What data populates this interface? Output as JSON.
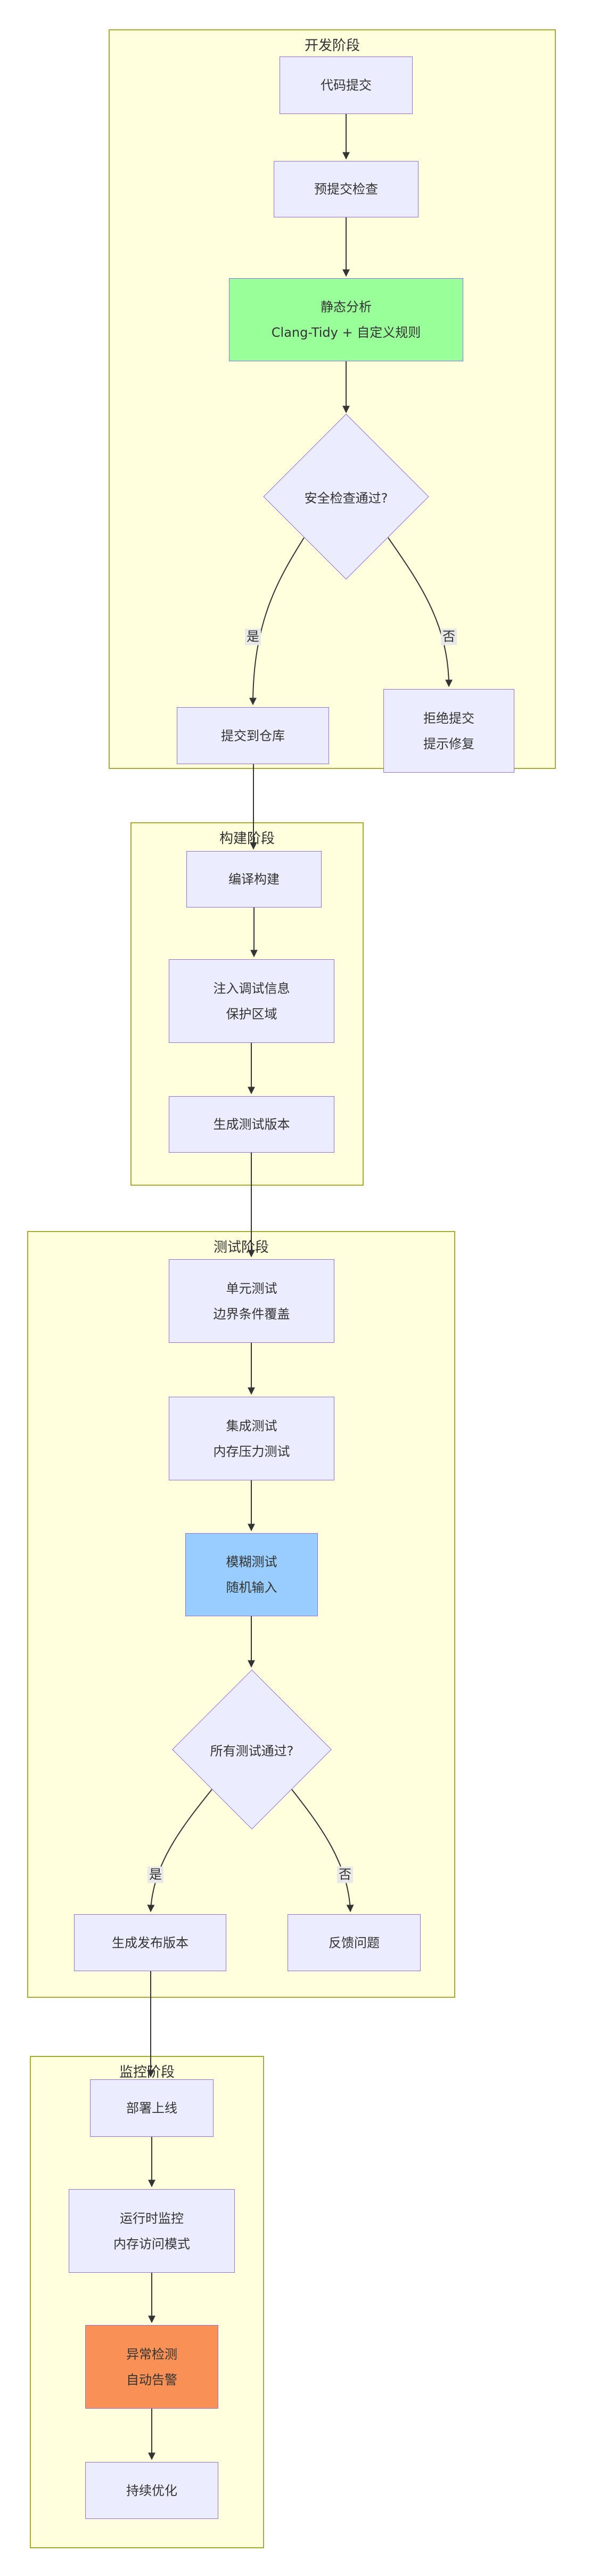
{
  "diagram": {
    "type": "flowchart",
    "background_color": "#ffffff",
    "text_color": "#333333",
    "edge_color": "#333333",
    "node_border_color": "#9370DB",
    "default_node_fill": "#ECECFF",
    "subgraph_fill": "#FFFFDE",
    "subgraph_border_color": "#AAAA33",
    "edge_label_background": "#e8e8e8",
    "phases": [
      {
        "title": "开发阶段",
        "edge_labels": {
          "yes": "是",
          "no": "否"
        },
        "nodes": [
          {
            "name": "code-commit",
            "kind": "process",
            "lines": [
              "代码提交"
            ]
          },
          {
            "name": "pre-commit-check",
            "kind": "process",
            "lines": [
              "预提交检查"
            ]
          },
          {
            "name": "static-analysis",
            "kind": "process",
            "lines": [
              "静态分析",
              "Clang-Tidy + 自定义规则"
            ],
            "fill": "#99FF99"
          },
          {
            "name": "security-check",
            "kind": "decision",
            "lines": [
              "安全检查通过?"
            ]
          },
          {
            "name": "commit-to-repo",
            "kind": "process",
            "lines": [
              "提交到仓库"
            ]
          },
          {
            "name": "reject-commit",
            "kind": "process",
            "lines": [
              "拒绝提交",
              "提示修复"
            ]
          }
        ]
      },
      {
        "title": "构建阶段",
        "nodes": [
          {
            "name": "compile-build",
            "kind": "process",
            "lines": [
              "编译构建"
            ]
          },
          {
            "name": "inject-debug-info",
            "kind": "process",
            "lines": [
              "注入调试信息",
              "保护区域"
            ]
          },
          {
            "name": "generate-test-build",
            "kind": "process",
            "lines": [
              "生成测试版本"
            ]
          }
        ]
      },
      {
        "title": "测试阶段",
        "edge_labels": {
          "yes": "是",
          "no": "否"
        },
        "nodes": [
          {
            "name": "unit-test",
            "kind": "process",
            "lines": [
              "单元测试",
              "边界条件覆盖"
            ]
          },
          {
            "name": "integration-test",
            "kind": "process",
            "lines": [
              "集成测试",
              "内存压力测试"
            ]
          },
          {
            "name": "fuzz-test",
            "kind": "process",
            "lines": [
              "模糊测试",
              "随机输入"
            ],
            "fill": "#99CCFF"
          },
          {
            "name": "all-tests-passed",
            "kind": "decision",
            "lines": [
              "所有测试通过?"
            ]
          },
          {
            "name": "release-build",
            "kind": "process",
            "lines": [
              "生成发布版本"
            ]
          },
          {
            "name": "feedback-issues",
            "kind": "process",
            "lines": [
              "反馈问题"
            ]
          }
        ]
      },
      {
        "title": "监控阶段",
        "nodes": [
          {
            "name": "deploy-online",
            "kind": "process",
            "lines": [
              "部署上线"
            ]
          },
          {
            "name": "runtime-monitoring",
            "kind": "process",
            "lines": [
              "运行时监控",
              "内存访问模式"
            ]
          },
          {
            "name": "anomaly-detection",
            "kind": "process",
            "lines": [
              "异常检测",
              "自动告警"
            ],
            "fill": "#F99157"
          },
          {
            "name": "continuous-optimization",
            "kind": "process",
            "lines": [
              "持续优化"
            ]
          }
        ]
      }
    ]
  }
}
